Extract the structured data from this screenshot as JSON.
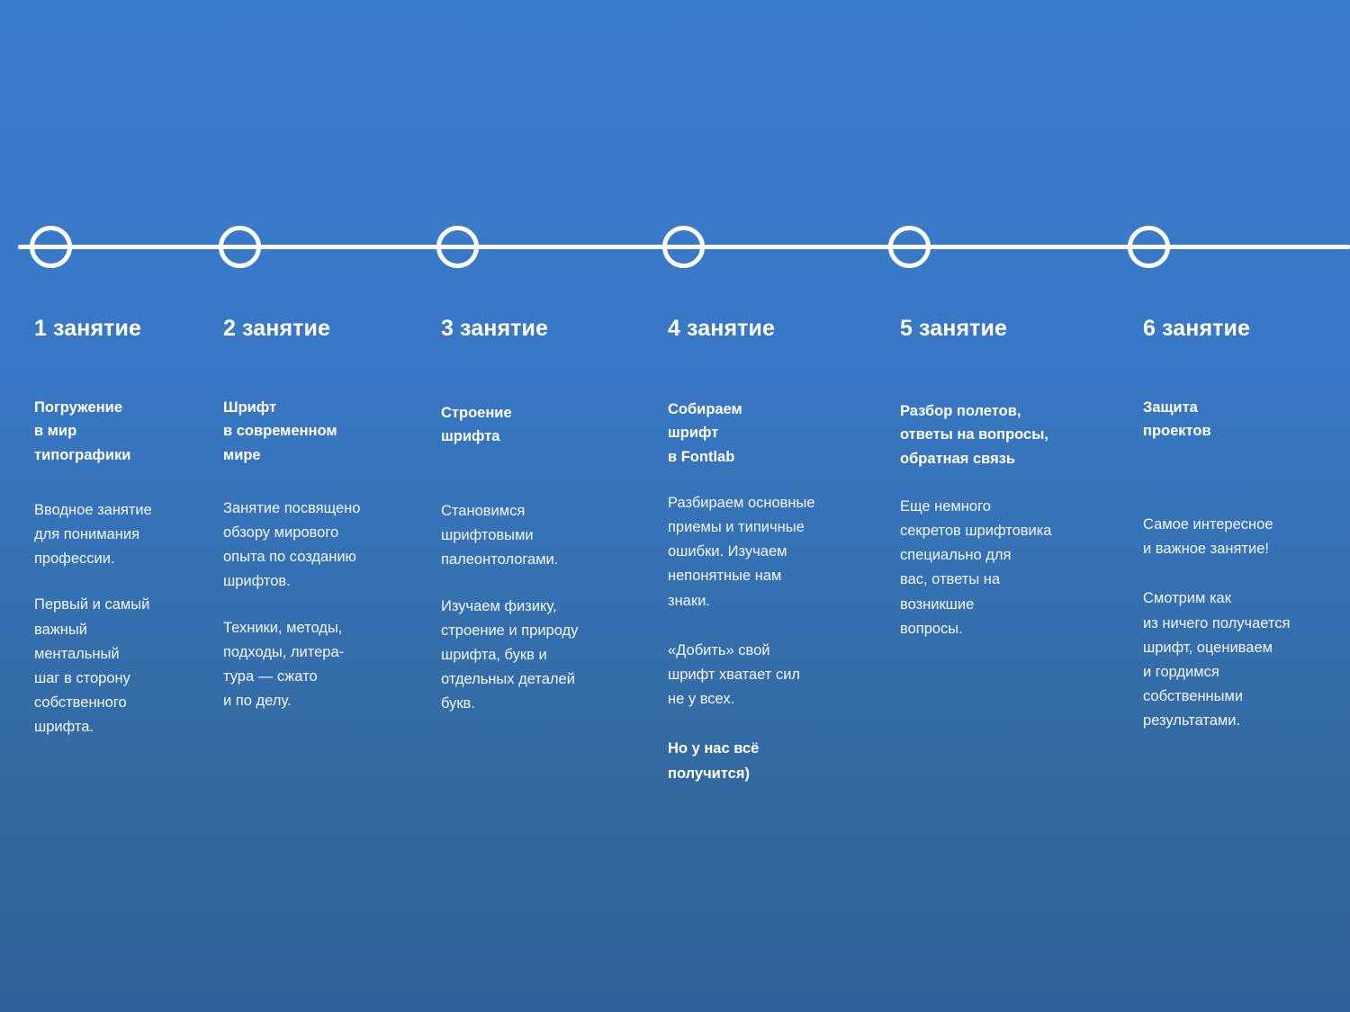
{
  "theme": {
    "background_top": "#3c7ece",
    "background_bottom": "#2f619c",
    "accent": "#ffffff",
    "text_color": "#ffffff"
  },
  "timeline": {
    "node_count": 6,
    "nodes": [
      {
        "label": "timeline-node-1"
      },
      {
        "label": "timeline-node-2"
      },
      {
        "label": "timeline-node-3"
      },
      {
        "label": "timeline-node-4"
      },
      {
        "label": "timeline-node-5"
      },
      {
        "label": "timeline-node-6"
      }
    ]
  },
  "columns": [
    {
      "heading": "1 занятие",
      "subtitle": "Погружение\nв мир\nтипографики",
      "body": [
        "Вводное занятие\nдля понимания\nпрофессии.",
        "Первый и самый\nважный\nментальный\nшаг в сторону\nсобственного\nшрифта."
      ]
    },
    {
      "heading": "2 занятие",
      "subtitle": "Шрифт\nв современном\nмире",
      "body": [
        "Занятие посвящено\nобзору мирового\nопыта по созданию\nшрифтов.",
        "Техники, методы,\nподходы, литера-\nтура — сжато\nи по делу."
      ]
    },
    {
      "heading": "3 занятие",
      "subtitle": "Строение\nшрифта",
      "body": [
        "Становимся\nшрифтовыми\nпалеонтологами.",
        "Изучаем физику,\nстроение и природу\nшрифта, букв и\nотдельных деталей\nбукв."
      ]
    },
    {
      "heading": "4 занятие",
      "subtitle": "Собираем\nшрифт\nв Fontlab",
      "body": [
        "Разбираем основные\nприемы и типичные\nошибки. Изучаем\nнепонятные нам\nзнаки.",
        "«Добить» свой\nшрифт хватает сил\nне у всех."
      ],
      "body_strong": "Но у нас всё\nполучится)"
    },
    {
      "heading": "5 занятие",
      "subtitle": "Разбор полетов,\nответы на вопросы,\nобратная связь",
      "body": [
        "Еще немного\nсекретов шрифтовика\nспециально для\nвас, ответы на\nвозникшие\nвопросы."
      ]
    },
    {
      "heading": "6 занятие",
      "subtitle": "Защита\nпроектов",
      "body": [
        "Самое интересное\nи важное занятие!",
        "Смотрим как\nиз ничего получается\nшрифт, оцениваем\nи гордимся\nсобственными\nрезультатами."
      ]
    }
  ]
}
